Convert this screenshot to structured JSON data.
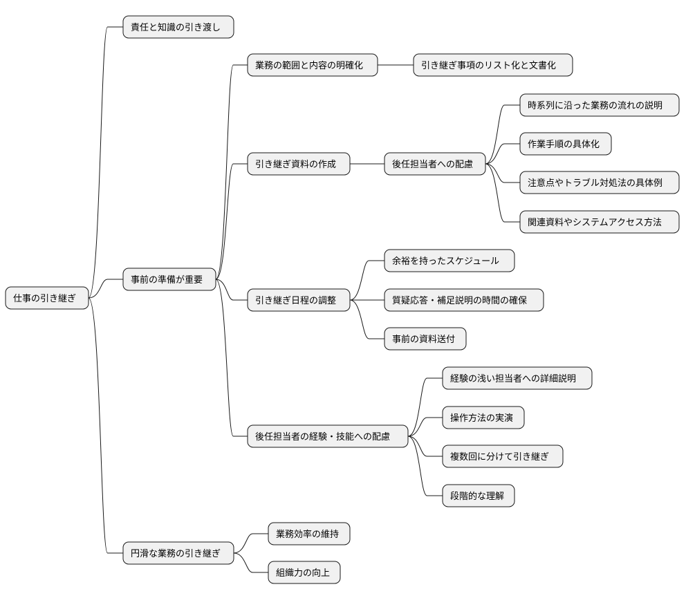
{
  "mindmap": {
    "root": {
      "id": "root",
      "label": "仕事の引き継ぎ"
    },
    "branches": [
      {
        "id": "b1",
        "label": "責任と知識の引き渡し"
      },
      {
        "id": "b2",
        "label": "事前の準備が重要"
      },
      {
        "id": "b2_1",
        "label": "業務の範囲と内容の明確化"
      },
      {
        "id": "b2_1_1",
        "label": "引き継ぎ事項のリスト化と文書化"
      },
      {
        "id": "b2_2",
        "label": "引き継ぎ資料の作成"
      },
      {
        "id": "b2_2_1",
        "label": "後任担当者への配慮"
      },
      {
        "id": "b2_2_1_1",
        "label": "時系列に沿った業務の流れの説明"
      },
      {
        "id": "b2_2_1_2",
        "label": "作業手順の具体化"
      },
      {
        "id": "b2_2_1_3",
        "label": "注意点やトラブル対処法の具体例"
      },
      {
        "id": "b2_2_1_4",
        "label": "関連資料やシステムアクセス方法"
      },
      {
        "id": "b2_3",
        "label": "引き継ぎ日程の調整"
      },
      {
        "id": "b2_3_1",
        "label": "余裕を持ったスケジュール"
      },
      {
        "id": "b2_3_2",
        "label": "質疑応答・補足説明の時間の確保"
      },
      {
        "id": "b2_3_3",
        "label": "事前の資料送付"
      },
      {
        "id": "b2_4",
        "label": "後任担当者の経験・技能への配慮"
      },
      {
        "id": "b2_4_1",
        "label": "経験の浅い担当者への詳細説明"
      },
      {
        "id": "b2_4_2",
        "label": "操作方法の実演"
      },
      {
        "id": "b2_4_3",
        "label": "複数回に分けて引き継ぎ"
      },
      {
        "id": "b2_4_4",
        "label": "段階的な理解"
      },
      {
        "id": "b3",
        "label": "円滑な業務の引き継ぎ"
      },
      {
        "id": "b3_1",
        "label": "業務効率の維持"
      },
      {
        "id": "b3_2",
        "label": "組織力の向上"
      }
    ],
    "edges": [
      [
        "root",
        "b1"
      ],
      [
        "root",
        "b2"
      ],
      [
        "root",
        "b3"
      ],
      [
        "b2",
        "b2_1"
      ],
      [
        "b2",
        "b2_2"
      ],
      [
        "b2",
        "b2_3"
      ],
      [
        "b2",
        "b2_4"
      ],
      [
        "b2_1",
        "b2_1_1"
      ],
      [
        "b2_2",
        "b2_2_1"
      ],
      [
        "b2_2_1",
        "b2_2_1_1"
      ],
      [
        "b2_2_1",
        "b2_2_1_2"
      ],
      [
        "b2_2_1",
        "b2_2_1_3"
      ],
      [
        "b2_2_1",
        "b2_2_1_4"
      ],
      [
        "b2_3",
        "b2_3_1"
      ],
      [
        "b2_3",
        "b2_3_2"
      ],
      [
        "b2_3",
        "b2_3_3"
      ],
      [
        "b2_4",
        "b2_4_1"
      ],
      [
        "b2_4",
        "b2_4_2"
      ],
      [
        "b2_4",
        "b2_4_3"
      ],
      [
        "b2_4",
        "b2_4_4"
      ],
      [
        "b3",
        "b3_1"
      ],
      [
        "b3",
        "b3_2"
      ]
    ]
  }
}
